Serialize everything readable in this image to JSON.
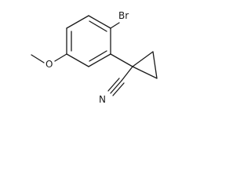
{
  "molecule": {
    "atoms": {
      "bromine": "Br",
      "oxygen": "O",
      "nitrogen": "N"
    }
  }
}
